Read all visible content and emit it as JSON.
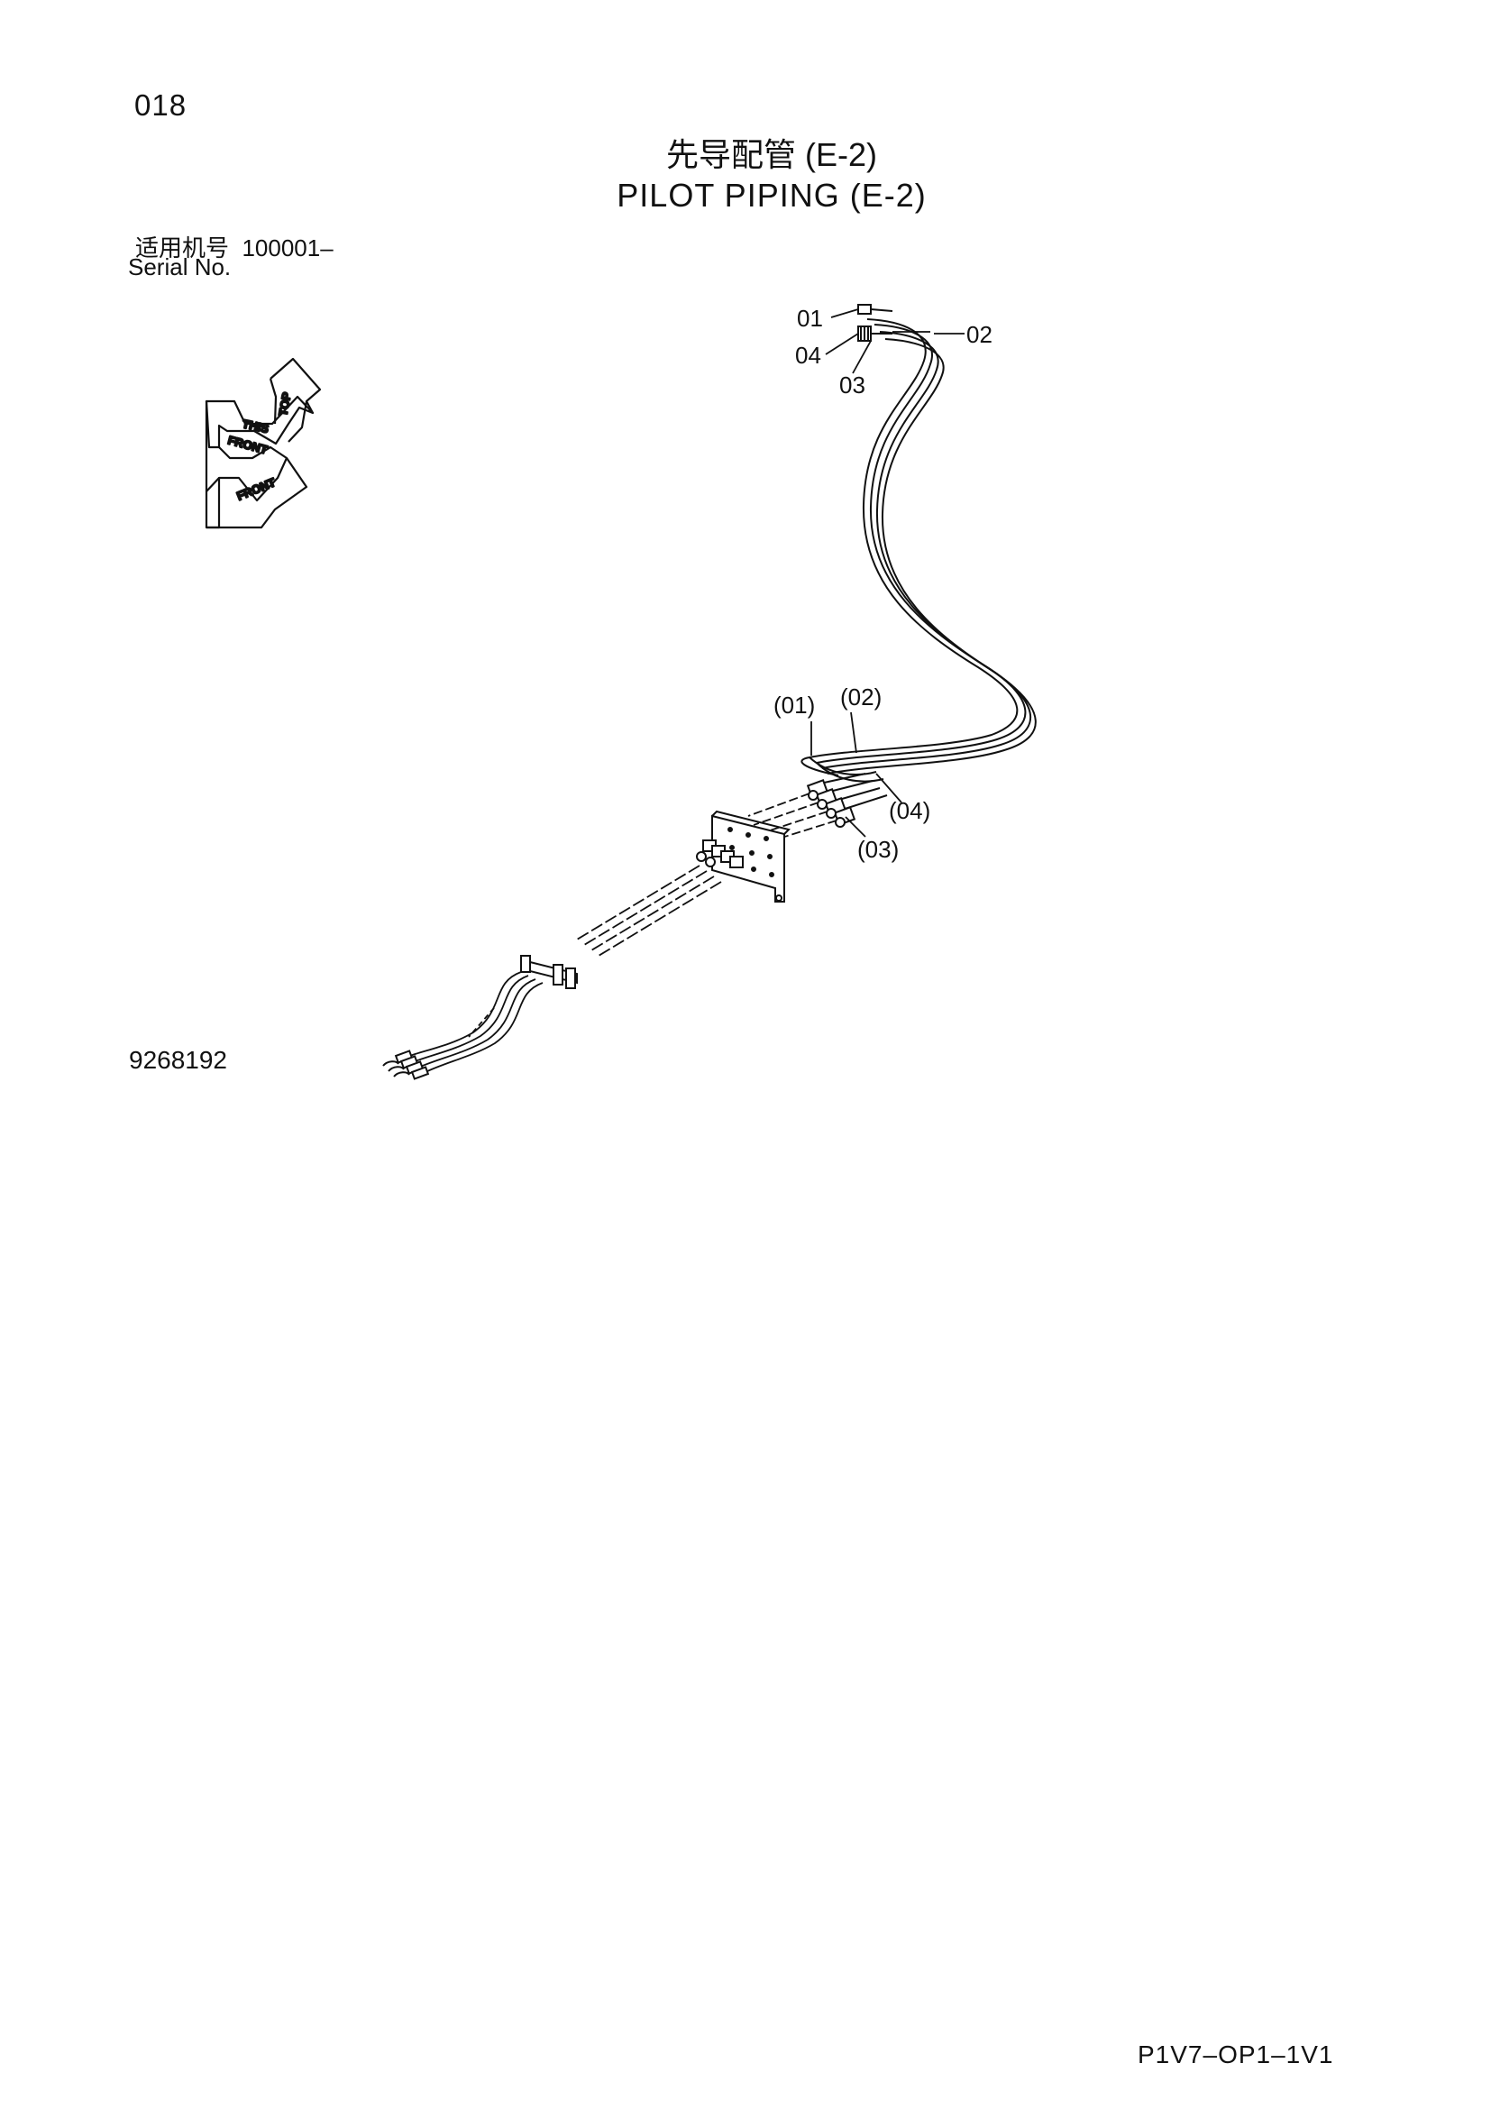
{
  "page_number": "018",
  "title_cn": "先导配管 (E-2)",
  "title_en": "PILOT  PIPING (E-2)",
  "serial": {
    "label_cn": "适用机号",
    "value": "100001–",
    "label_en": "Serial No."
  },
  "orientation_arrows": {
    "labels": [
      "FRONT",
      "FRONT",
      "THIS",
      "TOP"
    ]
  },
  "callouts": {
    "top": [
      "01",
      "02",
      "03",
      "04"
    ],
    "bottom": [
      "(01)",
      "(02)",
      "(03)",
      "(04)"
    ]
  },
  "drawing_number": "9268192",
  "sheet_code": "P1V7–OP1–1V1"
}
